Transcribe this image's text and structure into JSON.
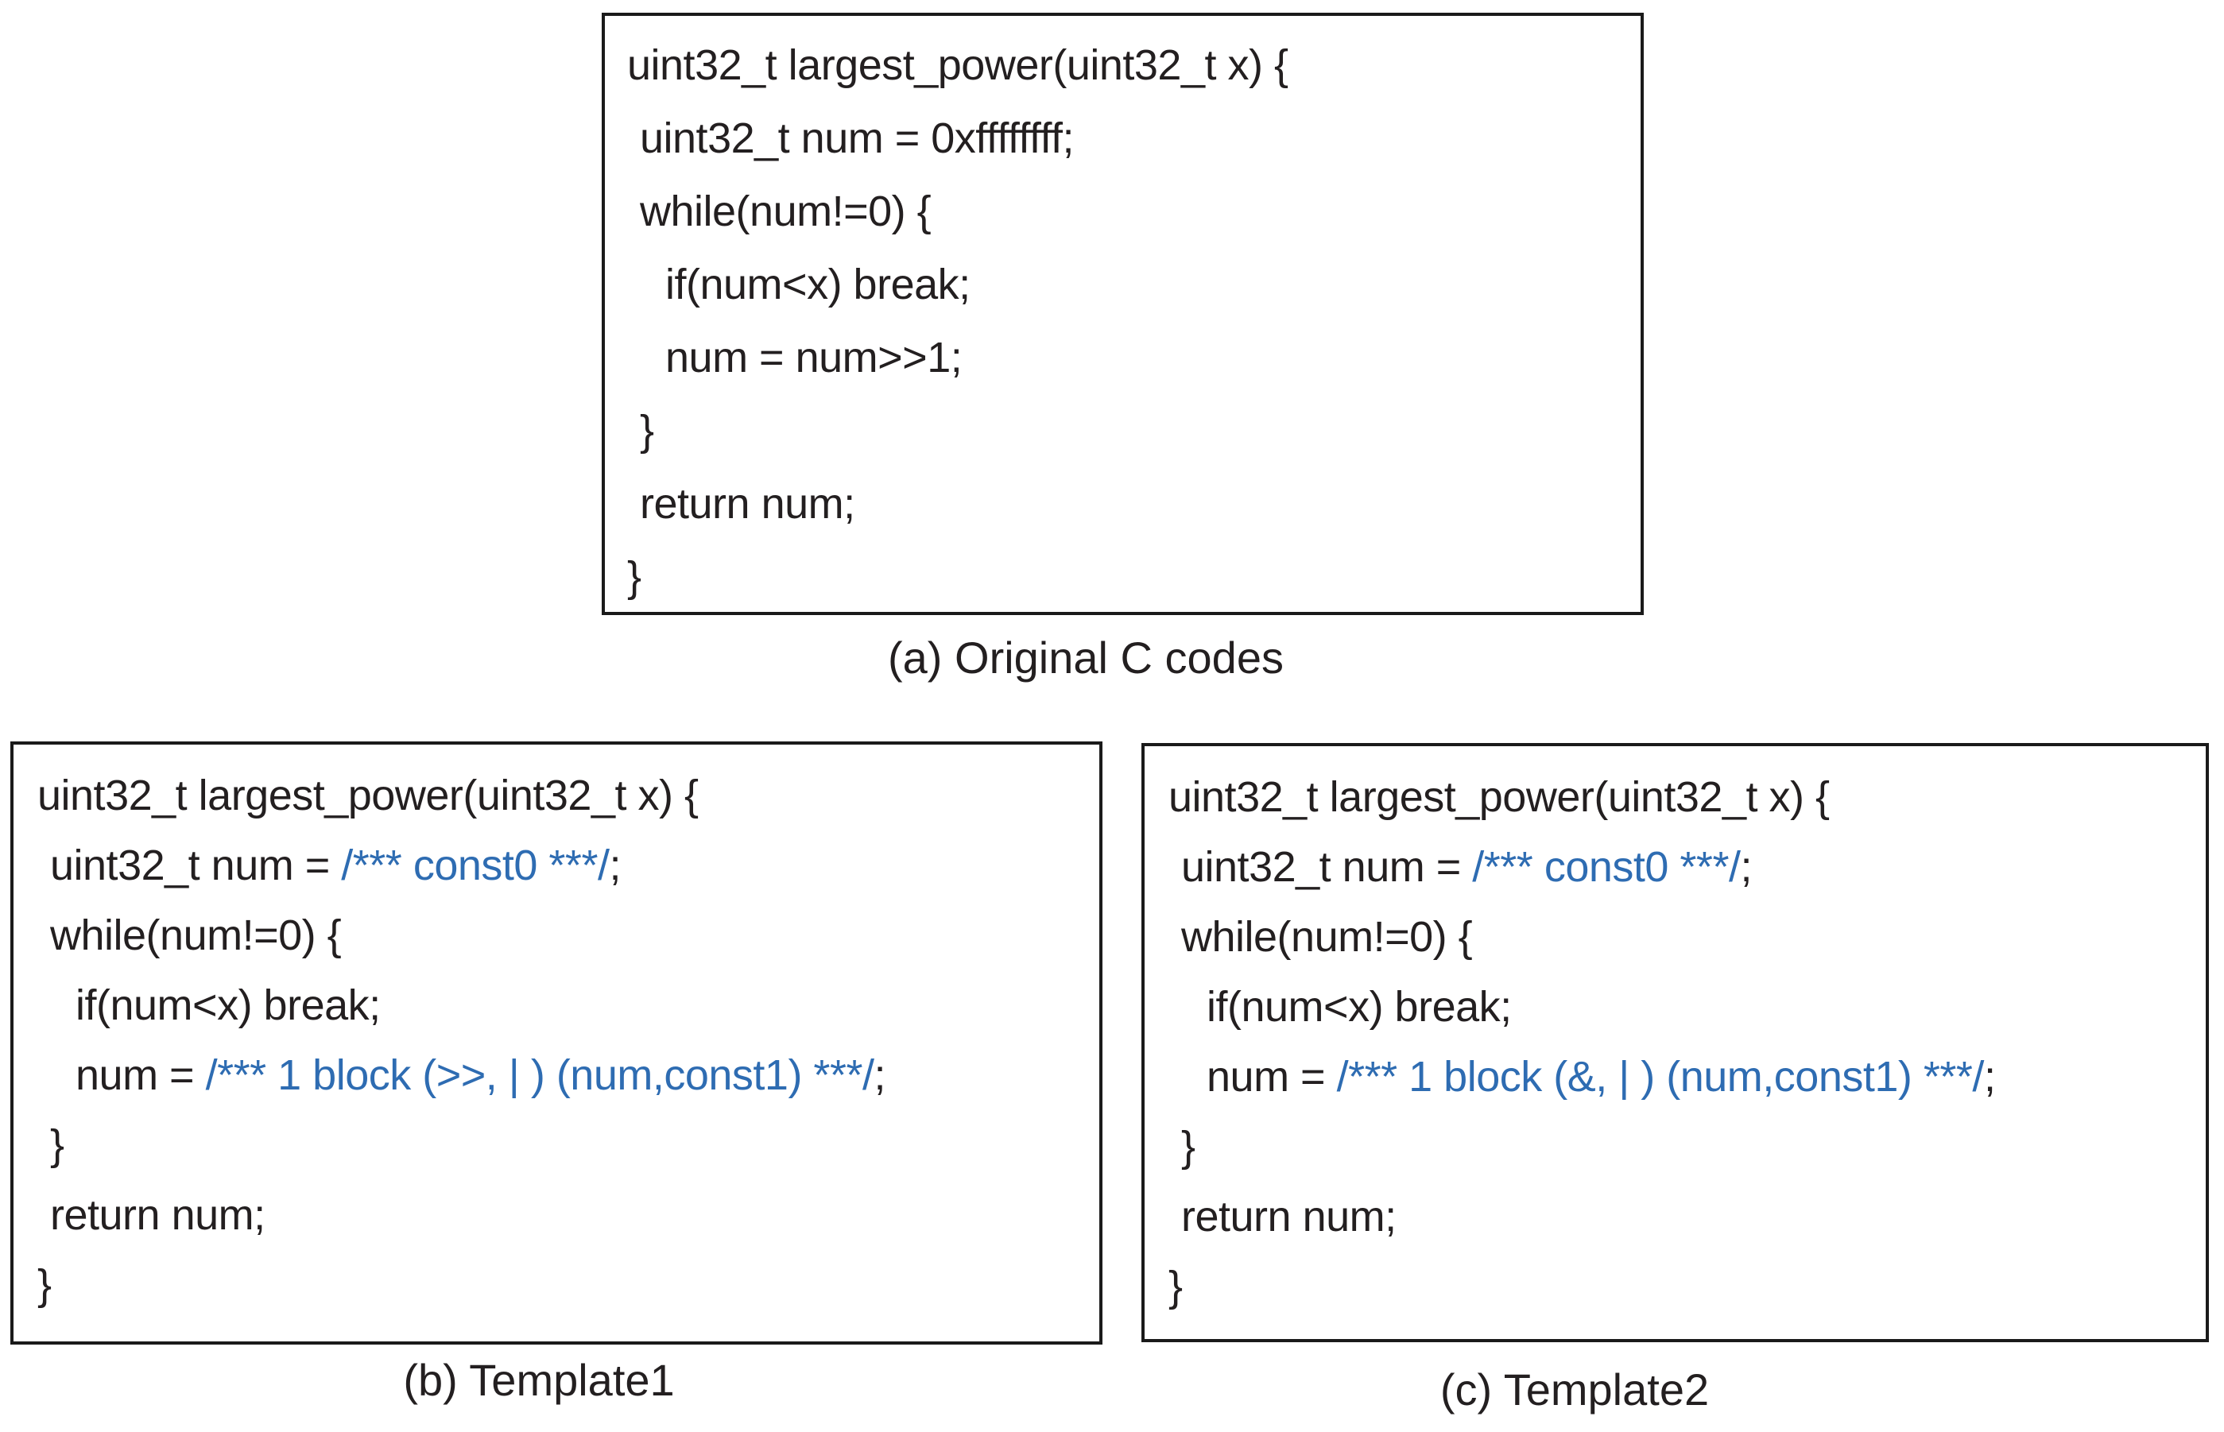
{
  "colors": {
    "code_text": "#231f20",
    "template_blue": "#2e6cb2",
    "box_border": "#1a1a1a",
    "background": "#ffffff"
  },
  "figure": {
    "panels": [
      {
        "id": "a",
        "caption": "(a) Original C codes",
        "lines": [
          {
            "segments": [
              {
                "text": "uint32_t largest_power(uint32_t x) {"
              }
            ]
          },
          {
            "segments": [
              {
                "text": "uint32_t num = 0xffffffff;"
              }
            ]
          },
          {
            "segments": [
              {
                "text": "while(num!=0) {"
              }
            ]
          },
          {
            "segments": [
              {
                "text": "if(num<x) break;"
              }
            ]
          },
          {
            "segments": [
              {
                "text": "num = num>>1;"
              }
            ]
          },
          {
            "segments": [
              {
                "text": "}"
              }
            ]
          },
          {
            "segments": [
              {
                "text": "return num;"
              }
            ]
          },
          {
            "segments": [
              {
                "text": "}"
              }
            ]
          }
        ]
      },
      {
        "id": "b",
        "caption": "(b) Template1",
        "lines": [
          {
            "segments": [
              {
                "text": "uint32_t largest_power(uint32_t x) {"
              }
            ]
          },
          {
            "segments": [
              {
                "text": "uint32_t num = "
              },
              {
                "text": "/*** const0 ***/",
                "blue": true
              },
              {
                "text": ";"
              }
            ]
          },
          {
            "segments": [
              {
                "text": "while(num!=0) {"
              }
            ]
          },
          {
            "segments": [
              {
                "text": "if(num<x) break;"
              }
            ]
          },
          {
            "segments": [
              {
                "text": "num = "
              },
              {
                "text": "/*** 1 block (>>, | ) (num,const1) ***/",
                "blue": true
              },
              {
                "text": ";"
              }
            ]
          },
          {
            "segments": [
              {
                "text": "}"
              }
            ]
          },
          {
            "segments": [
              {
                "text": "return num;"
              }
            ]
          },
          {
            "segments": [
              {
                "text": "}"
              }
            ]
          }
        ]
      },
      {
        "id": "c",
        "caption": "(c) Template2",
        "lines": [
          {
            "segments": [
              {
                "text": "uint32_t largest_power(uint32_t x) {"
              }
            ]
          },
          {
            "segments": [
              {
                "text": "uint32_t num = "
              },
              {
                "text": "/*** const0 ***/",
                "blue": true
              },
              {
                "text": ";"
              }
            ]
          },
          {
            "segments": [
              {
                "text": "while(num!=0) {"
              }
            ]
          },
          {
            "segments": [
              {
                "text": "if(num<x) break;"
              }
            ]
          },
          {
            "segments": [
              {
                "text": "num = "
              },
              {
                "text": "/*** 1 block (&, | ) (num,const1) ***/",
                "blue": true
              },
              {
                "text": ";"
              }
            ]
          },
          {
            "segments": [
              {
                "text": "}"
              }
            ]
          },
          {
            "segments": [
              {
                "text": "return num;"
              }
            ]
          },
          {
            "segments": [
              {
                "text": "}"
              }
            ]
          }
        ]
      }
    ]
  }
}
